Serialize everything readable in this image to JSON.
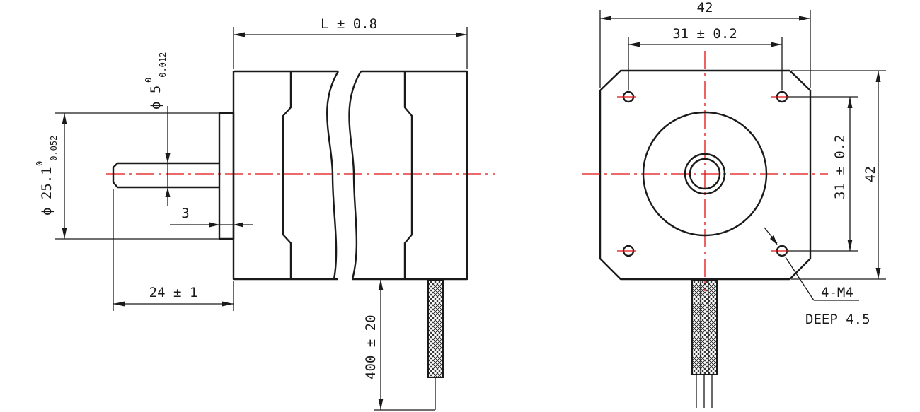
{
  "side_view": {
    "body_length": "L ± 0.8",
    "shaft_dia": "ϕ 5",
    "shaft_tol_upper": "0",
    "shaft_tol_lower": "-0.012",
    "boss_dia": "ϕ 25.1",
    "boss_tol_upper": "0",
    "boss_tol_lower": "-0.052",
    "boss_height": "3",
    "shaft_length": "24 ± 1",
    "lead_length": "400 ± 20"
  },
  "front_view": {
    "width": "42",
    "hole_spacing_x": "31 ± 0.2",
    "hole_spacing_y": "31 ± 0.2",
    "height": "42",
    "hole_spec": "4-M4",
    "hole_depth": "DEEP 4.5"
  }
}
